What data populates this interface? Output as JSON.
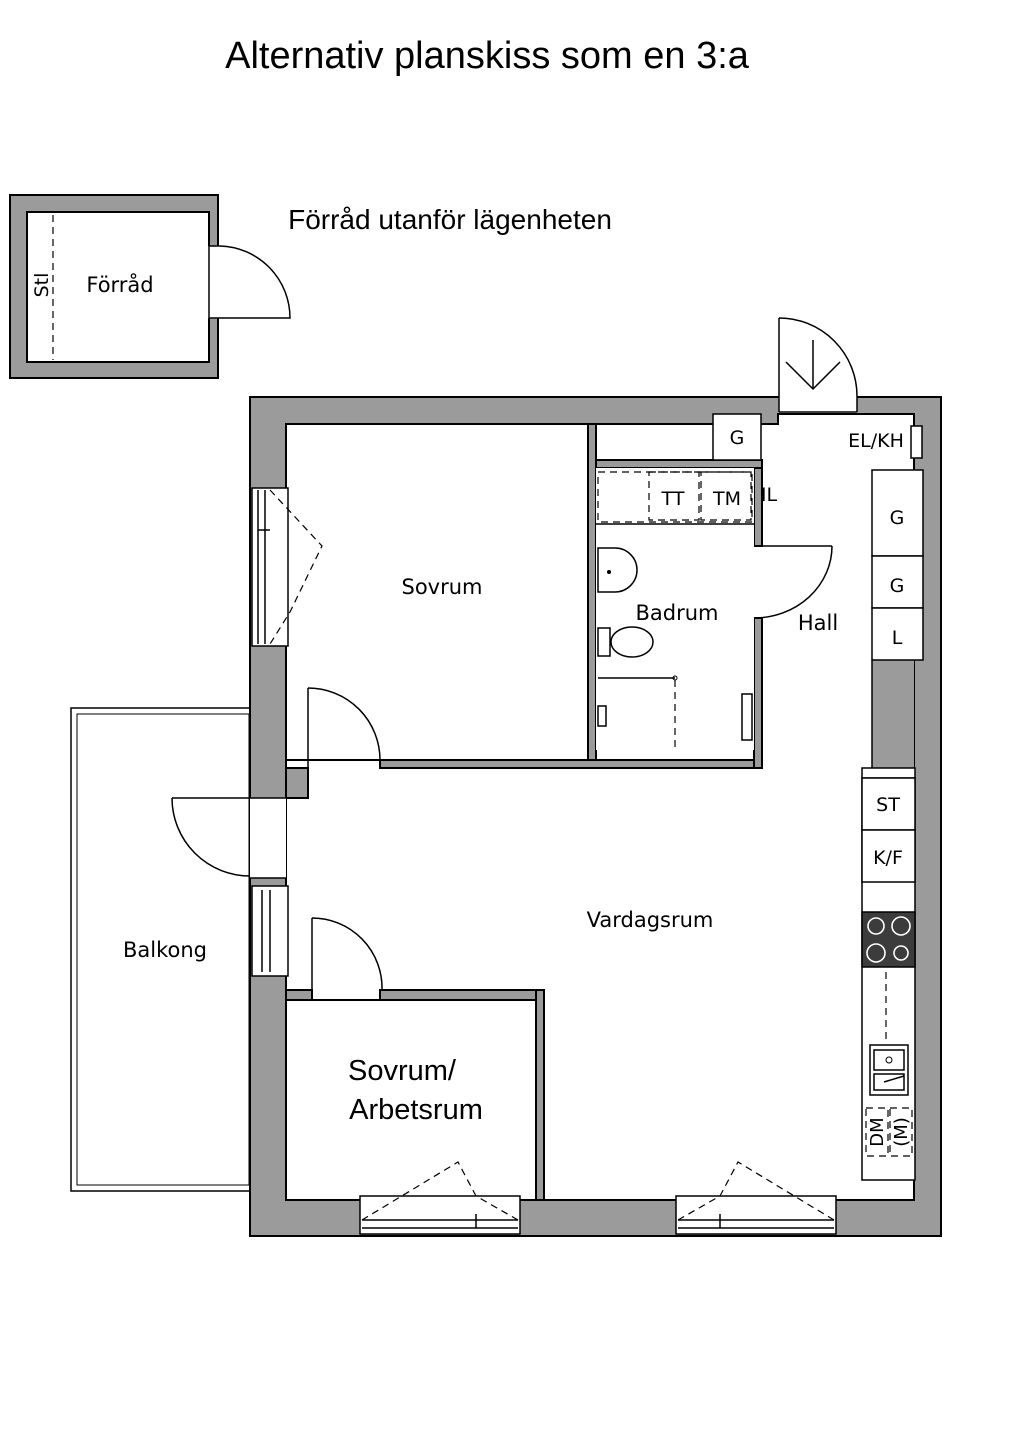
{
  "title": "Alternativ planskiss som en 3:a",
  "storage_note": "Förråd utanför lägenheten",
  "rooms": {
    "storage": "Förråd",
    "bedroom": "Sovrum",
    "bathroom": "Badrum",
    "hall": "Hall",
    "living": "Vardagsrum",
    "balcony": "Balkong",
    "study_line1": "Sovrum/",
    "study_line2": "Arbetsrum"
  },
  "fixtures": {
    "shelf": "Stl",
    "wardrobe_g1": "G",
    "wardrobe_g2": "G",
    "wardrobe_g3": "G",
    "linen": "L",
    "electric_panel": "EL/KH",
    "tumble_dryer": "TT",
    "washing_machine": "TM",
    "installation": "IL",
    "pantry_cabinet": "ST",
    "fridge_freezer": "K/F",
    "dishwasher": "DM",
    "microwave": "(M)"
  }
}
